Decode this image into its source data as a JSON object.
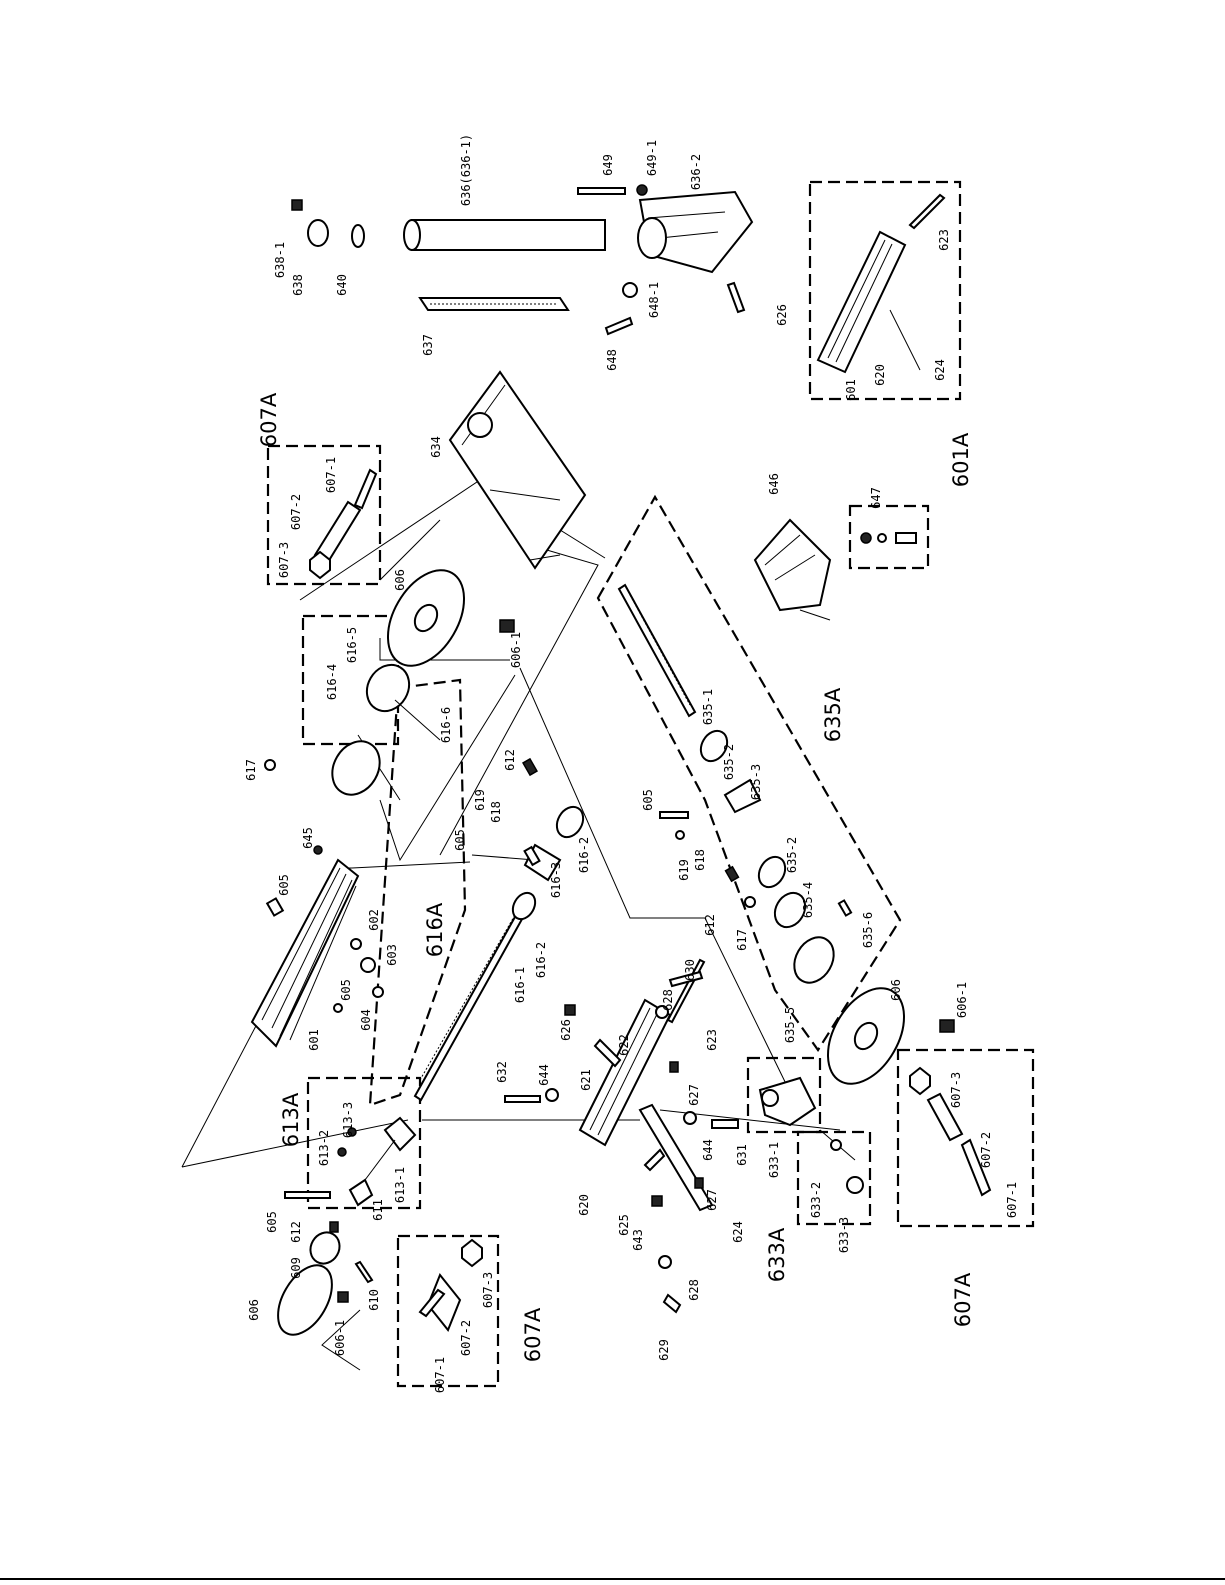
{
  "diagram": {
    "part_labels": [
      {
        "id": "645",
        "text": "645"
      },
      {
        "id": "605a",
        "text": "605"
      },
      {
        "id": "602",
        "text": "602"
      },
      {
        "id": "603",
        "text": "603"
      },
      {
        "id": "605b",
        "text": "605"
      },
      {
        "id": "604",
        "text": "604"
      },
      {
        "id": "601a",
        "text": "601"
      },
      {
        "id": "605c",
        "text": "605"
      },
      {
        "id": "619a",
        "text": "619"
      },
      {
        "id": "618a",
        "text": "618"
      },
      {
        "id": "612a",
        "text": "612"
      },
      {
        "id": "616-3",
        "text": "616-3"
      },
      {
        "id": "616-2a",
        "text": "616-2"
      },
      {
        "id": "616-2b",
        "text": "616-2"
      },
      {
        "id": "616-1",
        "text": "616-1"
      },
      {
        "id": "617a",
        "text": "617"
      },
      {
        "id": "616-4",
        "text": "616-4"
      },
      {
        "id": "616-5",
        "text": "616-5"
      },
      {
        "id": "616-6",
        "text": "616-6"
      },
      {
        "id": "606a",
        "text": "606"
      },
      {
        "id": "606-1a",
        "text": "606-1"
      },
      {
        "id": "607-3a",
        "text": "607-3"
      },
      {
        "id": "607-2a",
        "text": "607-2"
      },
      {
        "id": "607-1a",
        "text": "607-1"
      },
      {
        "id": "634",
        "text": "634"
      },
      {
        "id": "637",
        "text": "637"
      },
      {
        "id": "638-1",
        "text": "638-1"
      },
      {
        "id": "638",
        "text": "638"
      },
      {
        "id": "640",
        "text": "640"
      },
      {
        "id": "636",
        "text": "636(636-1)"
      },
      {
        "id": "649",
        "text": "649"
      },
      {
        "id": "649-1",
        "text": "649-1"
      },
      {
        "id": "636-2",
        "text": "636-2"
      },
      {
        "id": "648",
        "text": "648"
      },
      {
        "id": "648-1",
        "text": "648-1"
      },
      {
        "id": "626a",
        "text": "626"
      },
      {
        "id": "601b",
        "text": "601"
      },
      {
        "id": "620a",
        "text": "620"
      },
      {
        "id": "624a",
        "text": "624"
      },
      {
        "id": "623a",
        "text": "623"
      },
      {
        "id": "646",
        "text": "646"
      },
      {
        "id": "647",
        "text": "647"
      },
      {
        "id": "635-1",
        "text": "635-1"
      },
      {
        "id": "635-2a",
        "text": "635-2"
      },
      {
        "id": "635-3",
        "text": "635-3"
      },
      {
        "id": "605d",
        "text": "605"
      },
      {
        "id": "619b",
        "text": "619"
      },
      {
        "id": "618b",
        "text": "618"
      },
      {
        "id": "635-2b",
        "text": "635-2"
      },
      {
        "id": "635-4",
        "text": "635-4"
      },
      {
        "id": "612b",
        "text": "612"
      },
      {
        "id": "617b",
        "text": "617"
      },
      {
        "id": "635-6",
        "text": "635-6"
      },
      {
        "id": "635-5",
        "text": "635-5"
      },
      {
        "id": "606b",
        "text": "606"
      },
      {
        "id": "606-1b",
        "text": "606-1"
      },
      {
        "id": "607-3b",
        "text": "607-3"
      },
      {
        "id": "607-2b",
        "text": "607-2"
      },
      {
        "id": "607-1b",
        "text": "607-1"
      },
      {
        "id": "630",
        "text": "630"
      },
      {
        "id": "628a",
        "text": "628"
      },
      {
        "id": "626b",
        "text": "626"
      },
      {
        "id": "622",
        "text": "622"
      },
      {
        "id": "623b",
        "text": "623"
      },
      {
        "id": "627a",
        "text": "627"
      },
      {
        "id": "632",
        "text": "632"
      },
      {
        "id": "644a",
        "text": "644"
      },
      {
        "id": "621",
        "text": "621"
      },
      {
        "id": "644b",
        "text": "644"
      },
      {
        "id": "631",
        "text": "631"
      },
      {
        "id": "633-1",
        "text": "633-1"
      },
      {
        "id": "633-2",
        "text": "633-2"
      },
      {
        "id": "633-3",
        "text": "633-3"
      },
      {
        "id": "627b",
        "text": "627"
      },
      {
        "id": "624b",
        "text": "624"
      },
      {
        "id": "620b",
        "text": "620"
      },
      {
        "id": "625",
        "text": "625"
      },
      {
        "id": "643",
        "text": "643"
      },
      {
        "id": "628b",
        "text": "628"
      },
      {
        "id": "629",
        "text": "629"
      },
      {
        "id": "613-2",
        "text": "613-2"
      },
      {
        "id": "613-3",
        "text": "613-3"
      },
      {
        "id": "613-1",
        "text": "613-1"
      },
      {
        "id": "611",
        "text": "611"
      },
      {
        "id": "605e",
        "text": "605"
      },
      {
        "id": "612c",
        "text": "612"
      },
      {
        "id": "609",
        "text": "609"
      },
      {
        "id": "610",
        "text": "610"
      },
      {
        "id": "606c",
        "text": "606"
      },
      {
        "id": "606-1c",
        "text": "606-1"
      },
      {
        "id": "607-1c",
        "text": "607-1"
      },
      {
        "id": "607-2c",
        "text": "607-2"
      },
      {
        "id": "607-3c",
        "text": "607-3"
      }
    ],
    "group_labels": [
      {
        "id": "607A-top",
        "text": "607A"
      },
      {
        "id": "616A",
        "text": "616A"
      },
      {
        "id": "613A",
        "text": "613A"
      },
      {
        "id": "635A",
        "text": "635A"
      },
      {
        "id": "601A",
        "text": "601A"
      },
      {
        "id": "633A",
        "text": "633A"
      },
      {
        "id": "607A-right",
        "text": "607A"
      },
      {
        "id": "607A-left",
        "text": "607A"
      }
    ]
  }
}
